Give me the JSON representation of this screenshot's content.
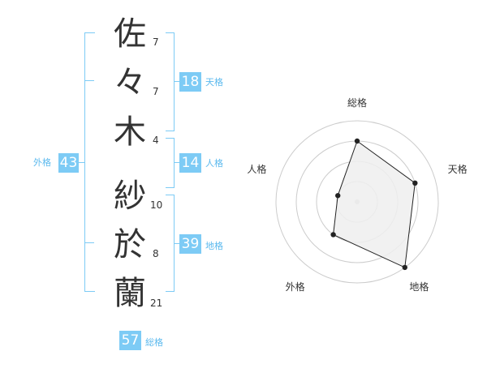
{
  "name": {
    "chars": [
      {
        "char": "佐",
        "strokes": "7"
      },
      {
        "char": "々",
        "strokes": "7"
      },
      {
        "char": "木",
        "strokes": "4"
      },
      {
        "char": "紗",
        "strokes": "10"
      },
      {
        "char": "於",
        "strokes": "8"
      },
      {
        "char": "蘭",
        "strokes": "21"
      }
    ]
  },
  "kaku": {
    "tenkaku": {
      "value": "18",
      "label": "天格"
    },
    "jinkaku": {
      "value": "14",
      "label": "人格"
    },
    "chikaku": {
      "value": "39",
      "label": "地格"
    },
    "gaikaku": {
      "value": "43",
      "label": "外格"
    },
    "soukaku": {
      "value": "57",
      "label": "総格"
    }
  },
  "colors": {
    "accent": "#7dcbf5",
    "accent_text": "#5bb9ee",
    "text": "#333333",
    "grid": "#cccccc",
    "fill": "#eeeeee"
  },
  "chart_data": {
    "type": "radar",
    "axes": [
      "総格",
      "天格",
      "地格",
      "外格",
      "人格"
    ],
    "rings": 4,
    "max": 4,
    "values": [
      3,
      3,
      4,
      2,
      1
    ]
  }
}
